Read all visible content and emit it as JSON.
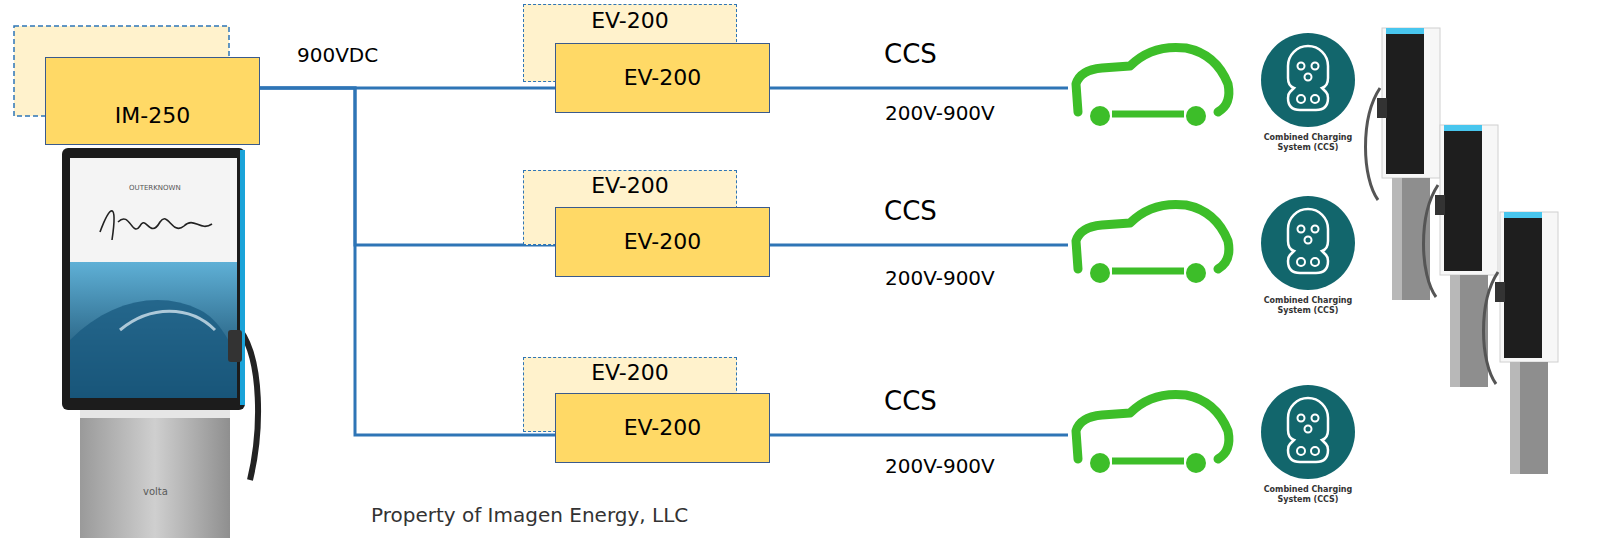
{
  "diagram": {
    "nodes": [
      {
        "text": [
          "IM-250"
        ]
      },
      {
        "text": [
          "EV-200"
        ]
      },
      {
        "text": [
          "EV-200"
        ]
      },
      {
        "text": [
          "EV-200"
        ]
      },
      {
        "text": [
          "EV-200"
        ]
      },
      {
        "text": [
          "EV-200"
        ]
      },
      {
        "text": [
          "EV-200"
        ]
      }
    ],
    "edges": [
      {
        "from": 0,
        "to": 2,
        "arrow": "none"
      },
      {
        "from": 0,
        "to": 4,
        "arrow": "none"
      },
      {
        "from": 0,
        "to": 6,
        "arrow": "none"
      }
    ],
    "labels": [
      "900VDC",
      "CCS",
      "200V-900V",
      "Combined Charging System (CCS)",
      "CCS",
      "200V-900V",
      "Combined Charging System (CCS)",
      "CCS",
      "200V-900V",
      "Combined Charging System (CCS)",
      "OUTERKNOWN",
      "volta",
      "Property of Imagen Energy, LLC"
    ]
  }
}
